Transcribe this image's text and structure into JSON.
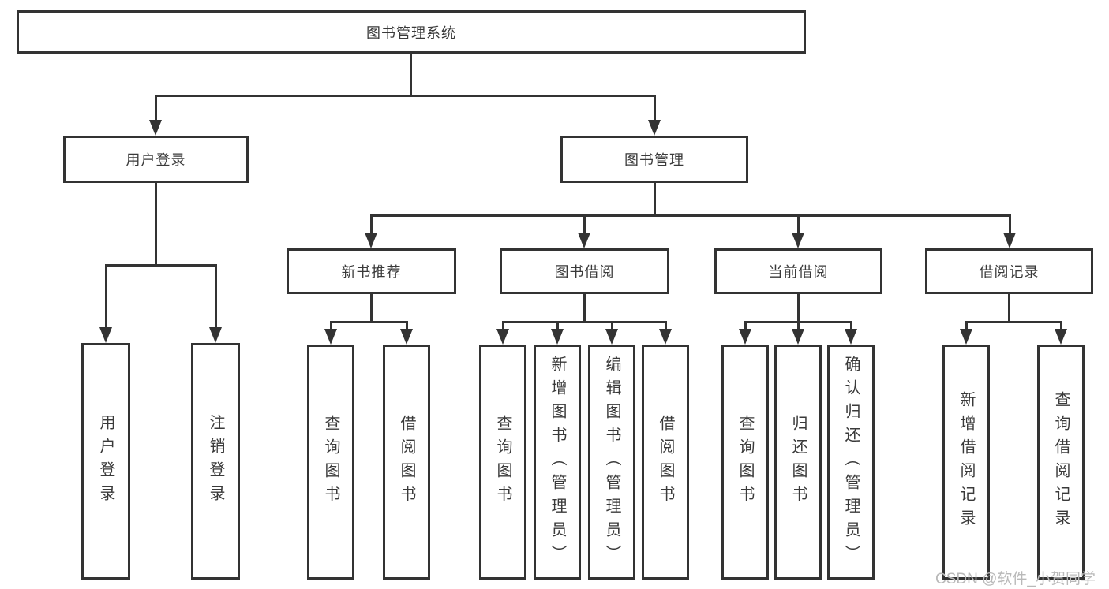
{
  "diagram": {
    "root": "图书管理系统",
    "level2": {
      "user_login": "用户登录",
      "book_mgmt": "图书管理"
    },
    "level3": {
      "new_rec": "新书推荐",
      "borrow": "图书借阅",
      "current": "当前借阅",
      "records": "借阅记录"
    },
    "leaves": {
      "user_login": "用户登录",
      "logout": "注销登录",
      "rec_query": "查询图书",
      "rec_borrow": "借阅图书",
      "bb_query": "查询图书",
      "bb_add": "新增图书（管理员）",
      "bb_edit": "编辑图书（管理员）",
      "bb_borrow": "借阅图书",
      "cb_query": "查询图书",
      "cb_return": "归还图书",
      "cb_confirm": "确认归还（管理员）",
      "rk_add": "新增借阅记录",
      "rk_query": "查询借阅记录"
    },
    "watermark": "CSDN @软件_小贺同学",
    "colors": {
      "line": "#333333",
      "text": "#3a3a3a",
      "watermark": "#b9b9b9",
      "background": "#ffffff"
    }
  }
}
